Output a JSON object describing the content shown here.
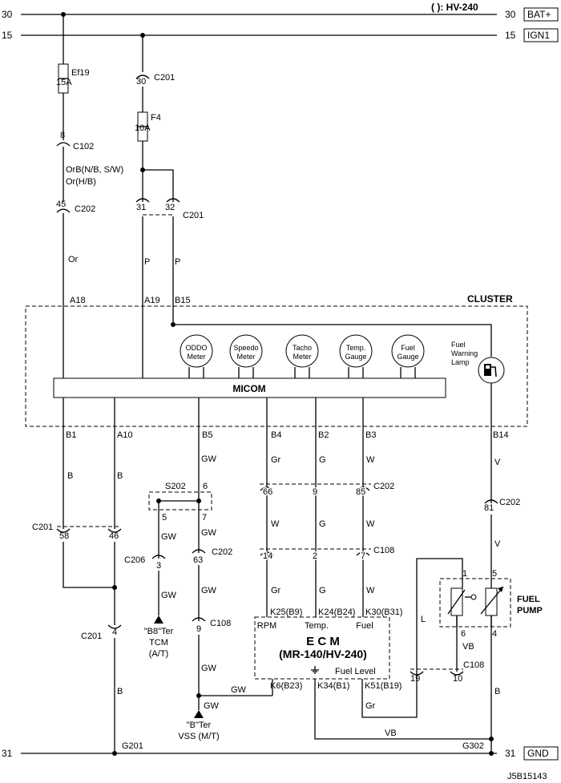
{
  "rails": {
    "bat_left": "30",
    "bat_right": "30",
    "bat_label": "BAT+",
    "variant_note": "( ): HV-240",
    "ign_left": "15",
    "ign_right": "15",
    "ign_label": "IGN1",
    "gnd_left": "31",
    "gnd_right": "31",
    "gnd_label": "GND"
  },
  "fuses": {
    "ef19_name": "Ef19",
    "ef19_rating": "15A",
    "f4_name": "F4",
    "f4_rating": "10A"
  },
  "connectors": {
    "c201_top_pin": "30",
    "c201_top_name": "C201",
    "c102_pin": "8",
    "c102_name": "C102",
    "c202_left_pin": "45",
    "c202_left_name": "C202",
    "c201_b_pin1": "31",
    "c201_b_pin2": "32",
    "c201_b_name": "C201",
    "c202_row_name": "C202",
    "c202_row_pins": [
      "66",
      "9",
      "85"
    ],
    "c202_v_pin": "81",
    "c202_v_name": "C202",
    "c108_row_name": "C108",
    "c108_row_pins": [
      "14",
      "2",
      "7"
    ],
    "c201_low_name": "C201",
    "c201_low_pins": [
      "58",
      "46"
    ],
    "c206_name": "C206",
    "c206_pin": "3",
    "c202_gw_pin": "63",
    "c202_gw_name": "C202",
    "c201_4_name": "C201",
    "c201_4_pin": "4",
    "c108_gw_pin": "9",
    "c108_gw_name": "C108",
    "c108_pump_name": "C108",
    "c108_pump_pins": [
      "19",
      "10"
    ],
    "s202_name": "S202",
    "s202_pins": [
      "6",
      "5",
      "7"
    ]
  },
  "wires": {
    "orb_label": "OrB(N/B, S/W)",
    "orh_label": "Or(H/B)",
    "or": "Or",
    "p1": "P",
    "p2": "P",
    "b_left": "B",
    "b_right": "B",
    "b_lower": "B",
    "gw_1": "GW",
    "gw_2": "GW",
    "gw_3": "GW",
    "gw_4": "GW",
    "gw_5": "GW",
    "gw_6": "GW",
    "gw_7": "GW",
    "gr_1": "Gr",
    "g_1": "G",
    "w_1": "W",
    "w_2": "W",
    "g_2": "G",
    "w_3": "W",
    "gr_2": "Gr",
    "g_3": "G",
    "w_4": "W",
    "v_1": "V",
    "v_2": "V",
    "vb_1": "VB",
    "vb_2": "VB",
    "l": "L",
    "gr_3": "Gr",
    "b_pump": "B"
  },
  "cluster": {
    "title": "CLUSTER",
    "pins_top": [
      "A18",
      "A19",
      "B15"
    ],
    "pins_bottom": [
      "B1",
      "A10",
      "B5",
      "B4",
      "B2",
      "B3",
      "B14"
    ],
    "micom": "MICOM",
    "meters": [
      {
        "l1": "ODDO",
        "l2": "Meter"
      },
      {
        "l1": "Speedo",
        "l2": "Meter"
      },
      {
        "l1": "Tacho",
        "l2": "Meter"
      },
      {
        "l1": "Temp.",
        "l2": "Gauge"
      },
      {
        "l1": "Fuel",
        "l2": "Gauge"
      }
    ],
    "lamp_l1": "Fuel",
    "lamp_l2": "Warning",
    "lamp_l3": "Lamp"
  },
  "ecm": {
    "title": "E C M",
    "subtitle": "(MR-140/HV-240)",
    "rpm": "RPM",
    "temp": "Temp.",
    "fuel": "Fuel",
    "fuel_level": "Fuel Level",
    "pin_rpm": "K25(B9)",
    "pin_temp": "K24(B24)",
    "pin_fuel": "K30(B31)",
    "pin_gw": "K6(B23)",
    "pin_gnd": "K34(B1)",
    "pin_level": "K51(B19)"
  },
  "terminals": {
    "b8_l1": "\"B8\"Ter",
    "b8_l2": "TCM",
    "b8_l3": "(A/T)",
    "b_l1": "\"B\"Ter",
    "b_l2": "VSS (M/T)"
  },
  "pump": {
    "title_l1": "FUEL",
    "title_l2": "PUMP",
    "pin_1": "1",
    "pin_5": "5",
    "pin_6": "6",
    "pin_4": "4"
  },
  "grounds": {
    "g201": "G201",
    "g302": "G302"
  },
  "footer": {
    "code": "J5B15143"
  }
}
